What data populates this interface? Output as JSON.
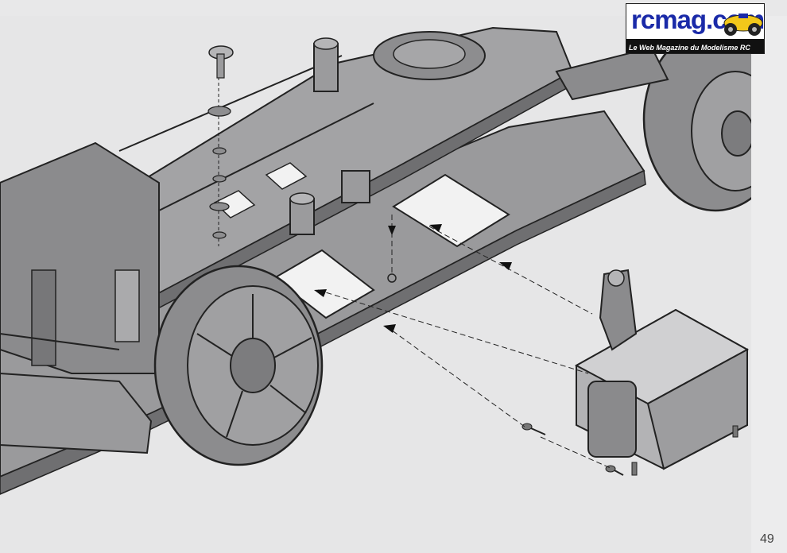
{
  "logo": {
    "wordmark": "rcmag.com",
    "tagline": "Le Web Magazine du Modelisme RC"
  },
  "page": {
    "number": "49"
  },
  "icons": {
    "logo_car": "rc-buggy-icon",
    "assembly_arrows": "arrow-left-icon",
    "screw": "screw-icon"
  },
  "colors": {
    "page_background": "#e8e8e9",
    "part_fill": "#9a9a9c",
    "part_dark": "#6f6f71",
    "line": "#222222",
    "logo_blue": "#1a2aa8"
  }
}
